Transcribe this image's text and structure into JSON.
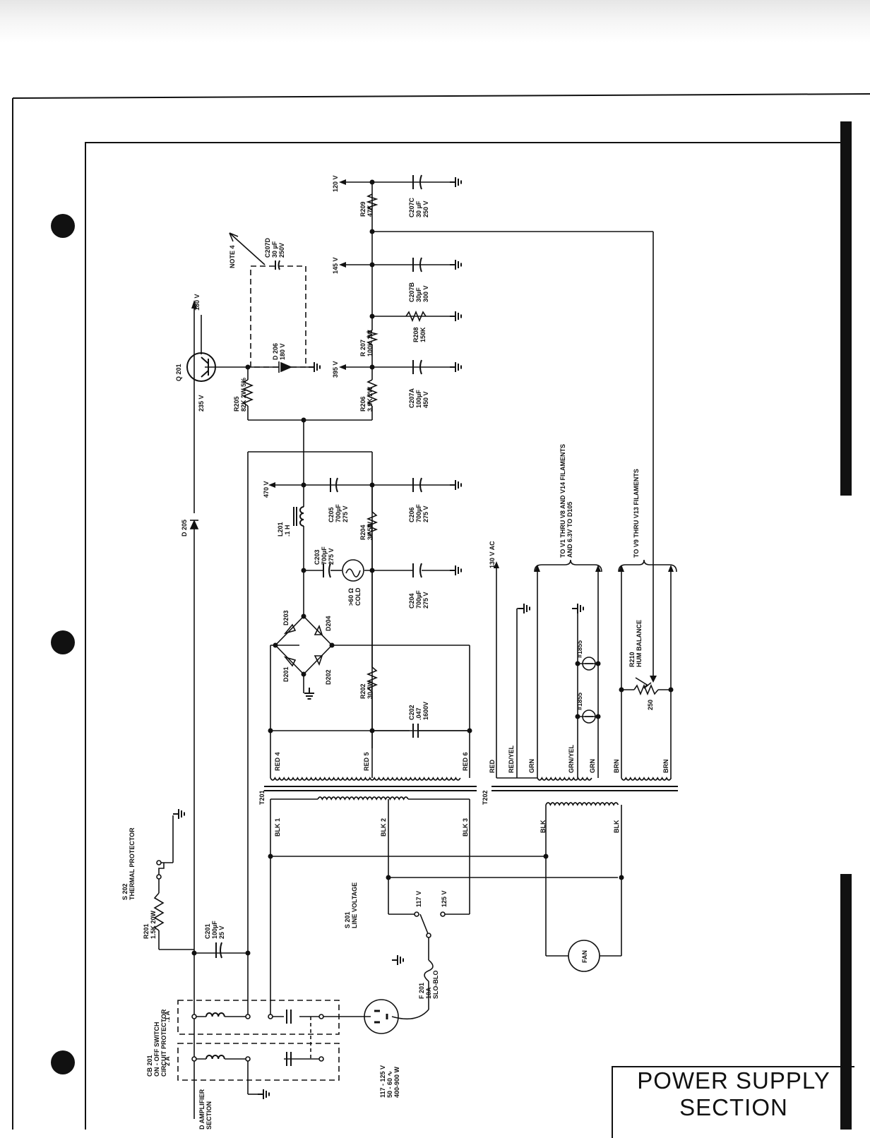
{
  "labels": {
    "top_cut_text": "D AMPLIFIER\nSECTION",
    "cb201": "CB 201\nON - OFF SWITCH\nCIRCUIT PROTECTOR",
    "cb_1a": ".1 A",
    "cb_2a": "2 A",
    "r201": "R201\n1.5K 20W",
    "s202": "S 202\nTHERMAL PROTECTOR",
    "c201": "C201\n100µF\n25 V",
    "d205": "D 205",
    "v235": "235 V",
    "q201": "Q 201",
    "v180": "180 V",
    "r205": "R205\n82K 2W 5%",
    "d206": "D 206\n180 V",
    "note4": "NOTE 4",
    "c207d": "C207D\n30 µF\n250V",
    "v395": "395 V",
    "r206": "R206\n3.9K 2W",
    "r207": "R 207\n100K 1W",
    "v145": "145 V",
    "r209": "R209\n47K",
    "v120": "120 V",
    "c207a": "C207A\n100µF\n450 V",
    "c207b": "C207B\n30µF\n300 V",
    "c207c": "C207C\n30 µF\n250 V",
    "r208": "R208\n150K",
    "v470": "470 V",
    "l201": "L201\n.1 H",
    "c205": "C205\n700µF\n275 V",
    "c203": "C203\n700µF\n275 V",
    "r204": "R204\n30 5W",
    "therm": ">60 Ω\nCOLD",
    "c206": "C206\n700µF\n275 V",
    "c204": "C204\n700µF\n275 V",
    "d203": "D203",
    "d204": "D204",
    "d201": "D201",
    "d202": "D202",
    "r202": "R202\n30 5W",
    "c202": "C202\n.047\n1600V",
    "red4": "RED 4",
    "red5": "RED 5",
    "red6": "RED 6",
    "t201": "T201",
    "blk1": "BLK 1",
    "blk2": "BLK 2",
    "blk3": "BLK 3",
    "t202": "T202",
    "red": "RED",
    "red_yel": "RED/YEL",
    "grn1": "GRN",
    "grn_yel": "GRN/YEL",
    "grn2": "GRN",
    "brn1": "BRN",
    "brn2": "BRN",
    "blk_a": "BLK",
    "blk_b": "BLK",
    "v130ac": "130 V AC",
    "fil1": "TO V1 THRU V8 AND V14 FILAMENTS\nAND 6.3V TO D105",
    "fil2": "TO V9 THRU V13 FILAMENTS",
    "lamp1": "#1855",
    "lamp2": "#1855",
    "r210": "R210\nHUM BALANCE",
    "r210v": "250",
    "s201": "S 201\nLINE VOLTAGE",
    "v117": "117 V",
    "v125": "125 V",
    "f201": "F 201\n10A\nSLO-BLO",
    "mains": "117 - 125 V\n50 - 60 ∿\n400-900 W",
    "fan": "FAN"
  },
  "title": {
    "line1": "POWER SUPPLY",
    "line2": "SECTION"
  }
}
